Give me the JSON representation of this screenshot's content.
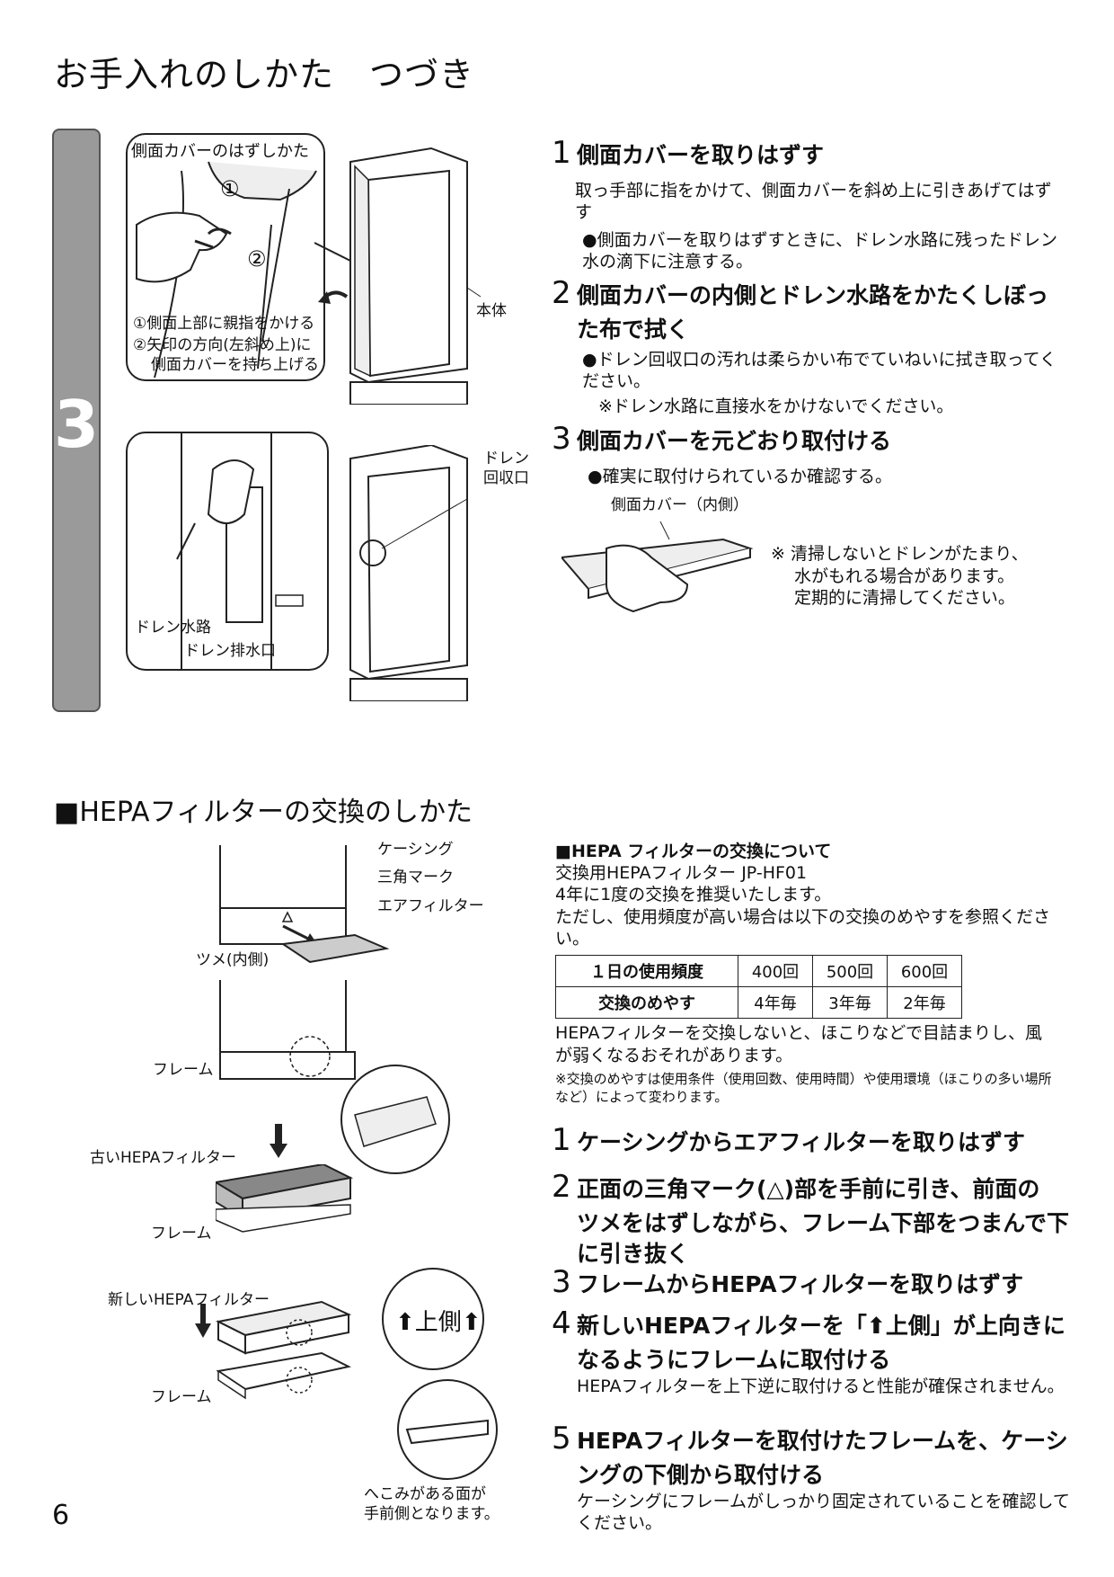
{
  "page_title": "お手入れのしかた　つづき",
  "side_tab_number": "3",
  "figure1": {
    "box_title": "側面カバーのはずしかた",
    "circle1": "①",
    "circle2": "②",
    "note1": "①側面上部に親指をかける",
    "note2a": "②矢印の方向(左斜め上)に",
    "note2b": "側面カバーを持ち上げる",
    "body_label": "本体"
  },
  "figure2": {
    "drain_path": "ドレン水路",
    "drain_outlet": "ドレン排水口",
    "drain_return_1": "ドレン",
    "drain_return_2": "回収口"
  },
  "steps_top": [
    {
      "num": "1",
      "title": "側面カバーを取りはずす",
      "body": "取っ手部に指をかけて、側面カバーを斜め上に引きあげてはずす",
      "bullet": "●側面カバーを取りはずすときに、ドレン水路に残ったドレン水の滴下に注意する。"
    },
    {
      "num": "2",
      "title_line1": "側面カバーの内側とドレン水路をかたくしぼっ",
      "title_line2": "た布で拭く",
      "bullet": "●ドレン回収口の汚れは柔らかい布でていねいに拭き取ってください。",
      "note": "※ドレン水路に直接水をかけないでください。"
    },
    {
      "num": "3",
      "title": "側面カバーを元どおり取付ける",
      "bullet": "●確実に取付けられているか確認する。"
    }
  ],
  "cover_inner_label": "側面カバー（内側）",
  "cleaning_note": [
    "※ 清掃しないとドレンがたまり、",
    "水がもれる場合があります。",
    "定期的に清掃してください。"
  ],
  "hepa_section_title": "■HEPAフィルターの交換のしかた",
  "hepa_figure_labels": {
    "casing": "ケーシング",
    "triangle_mark": "三角マーク",
    "air_filter": "エアフィルター",
    "tab_inner": "ツメ(内側)",
    "frame1": "フレーム",
    "old_hepa": "古いHEPAフィルター",
    "frame2": "フレーム",
    "new_hepa": "新しいHEPAフィルター",
    "frame3": "フレーム",
    "up_side": "上側",
    "dent_1": "へこみがある面が",
    "dent_2": "手前側となります。"
  },
  "hepa_info": {
    "heading": "■HEPA フィルターの交換について",
    "line1": "交換用HEPAフィルター JP-HF01",
    "line2": "4年に1度の交換を推奨いたします。",
    "line3": "ただし、使用頻度が高い場合は以下の交換のめやすを参照ください。",
    "table": {
      "row1": [
        "１日の使用頻度",
        "400回",
        "500回",
        "600回"
      ],
      "row2": [
        "交換のめやす",
        "4年毎",
        "3年毎",
        "2年毎"
      ]
    },
    "warn": "HEPAフィルターを交換しないと、ほこりなどで目詰まりし、風が弱くなるおそれがあります。",
    "small": "※交換のめやすは使用条件（使用回数、使用時間）や使用環境（ほこりの多い場所など）によって変わります。"
  },
  "steps_hepa": [
    {
      "num": "1",
      "title": "ケーシングからエアフィルターを取りはずす"
    },
    {
      "num": "2",
      "title_line1": "正面の三角マーク(△)部を手前に引き、前面の",
      "title_line2": "ツメをはずしながら、フレーム下部をつまんで下",
      "title_line3": "に引き抜く"
    },
    {
      "num": "3",
      "title": "フレームからHEPAフィルターを取りはずす"
    },
    {
      "num": "4",
      "title_line1": "新しいHEPAフィルターを「⬆上側」が上向きに",
      "title_line2": "なるようにフレームに取付ける",
      "body": "HEPAフィルターを上下逆に取付けると性能が確保されません。"
    },
    {
      "num": "5",
      "title_line1": "HEPAフィルターを取付けたフレームを、ケーシ",
      "title_line2": "ングの下側から取付ける",
      "body": "ケーシングにフレームがしっかり固定されていることを確認してください。"
    }
  ],
  "page_number": "6"
}
